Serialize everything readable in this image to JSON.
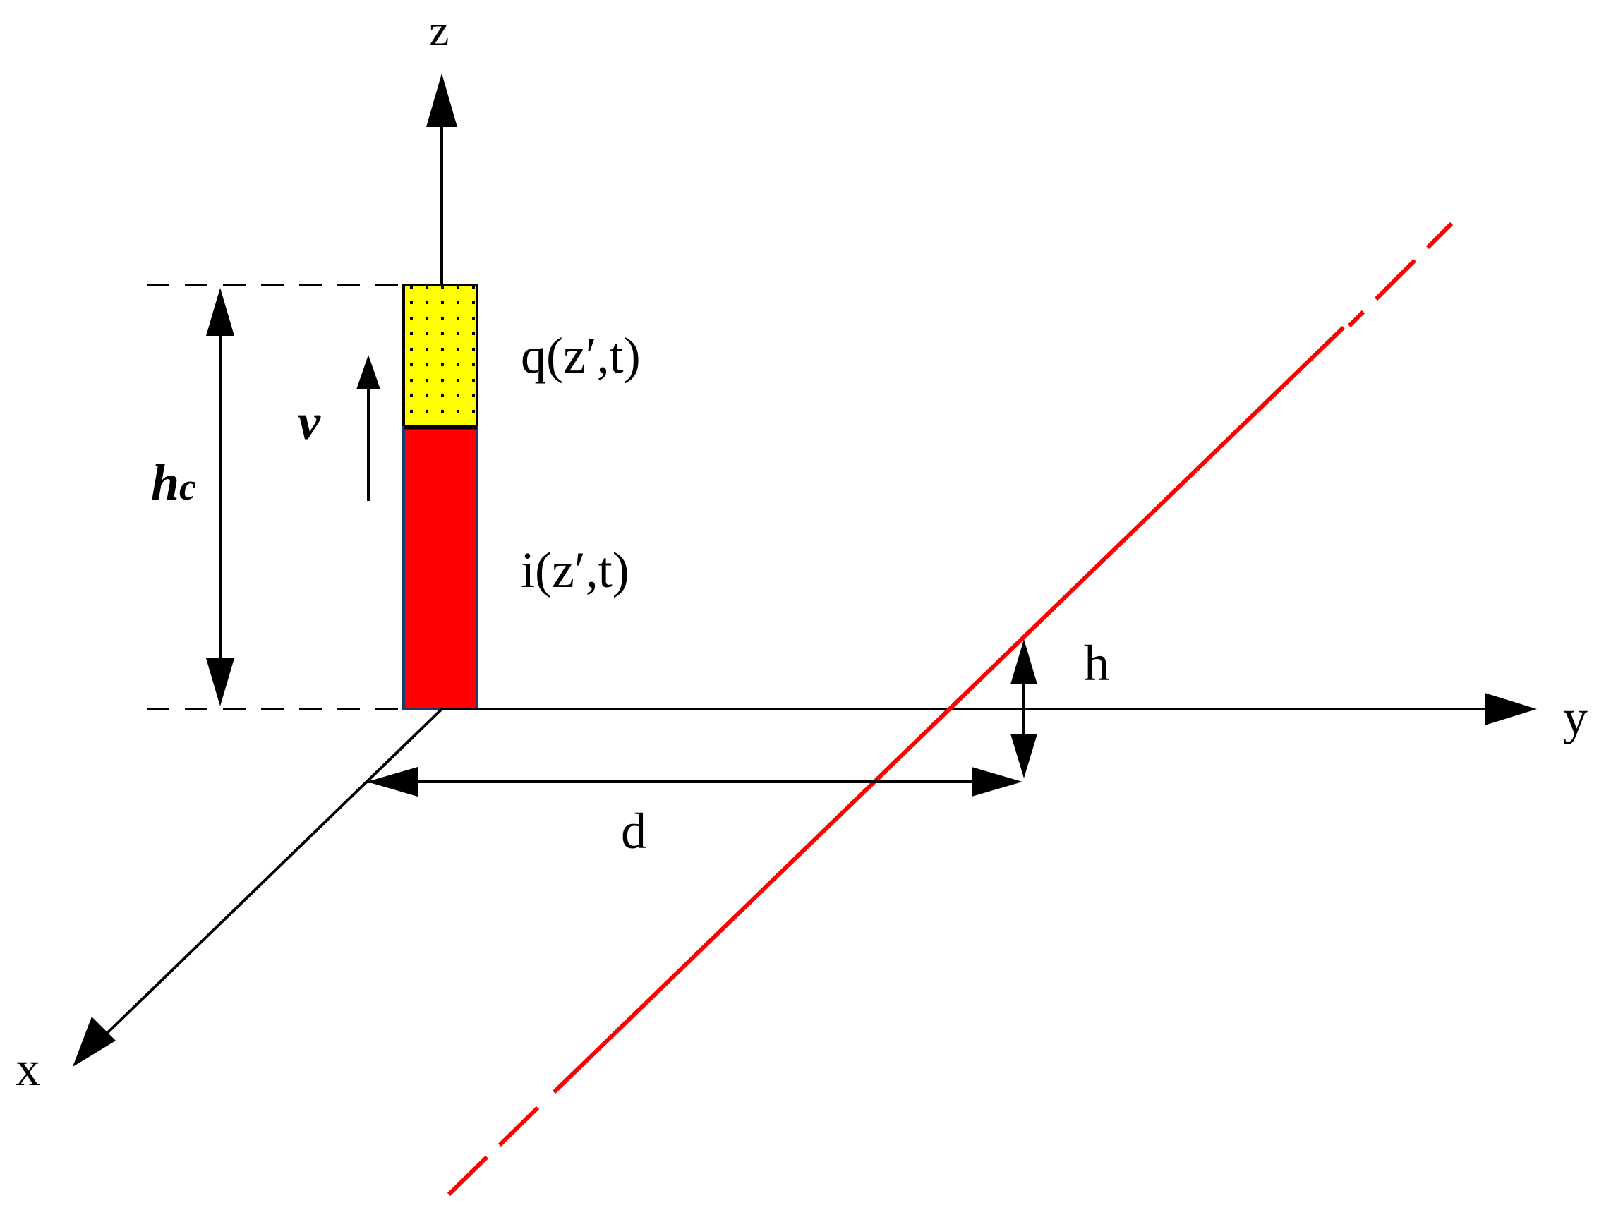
{
  "labels": {
    "z_axis": "z",
    "y_axis": "y",
    "x_axis": "x",
    "channel_height": "h",
    "channel_height_sub": "c",
    "velocity": "v",
    "charge": "q(z′,t)",
    "current": "i(z′,t)",
    "line_height": "h",
    "distance": "d"
  },
  "colors": {
    "axis": "#000000",
    "charge_fill": "#ffff00",
    "current_fill": "#ff0000",
    "channel_border": "#1f3a6e",
    "overhead_line": "#ff0000"
  }
}
